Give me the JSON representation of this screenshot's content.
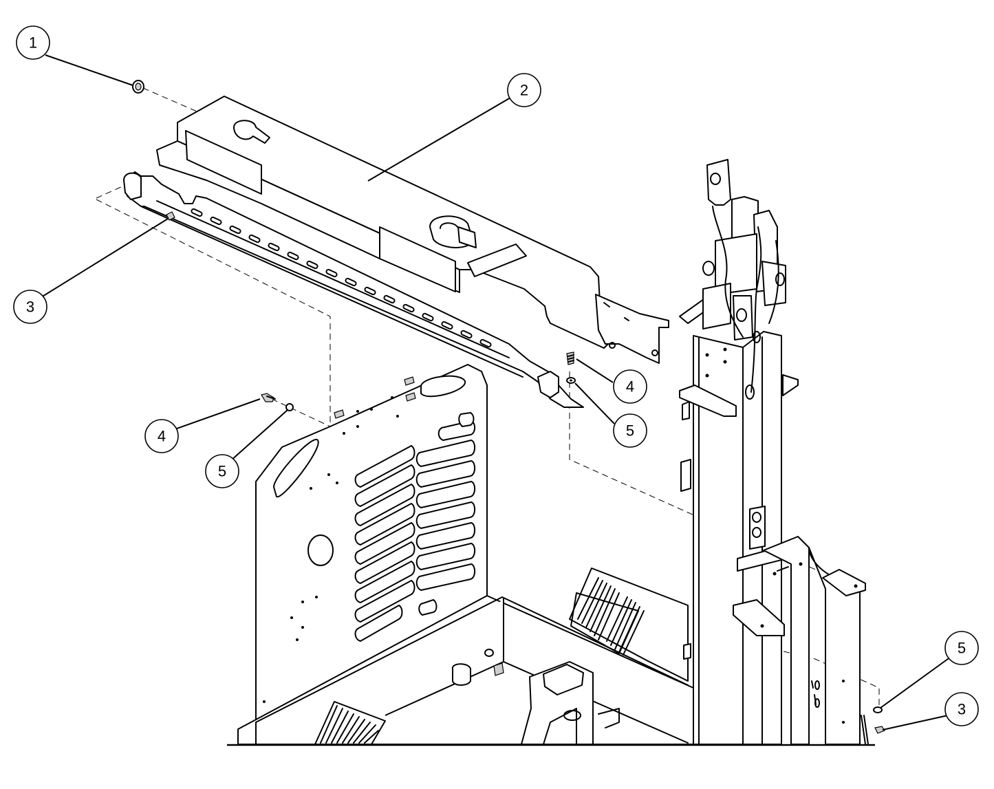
{
  "callouts": [
    {
      "id": "c1",
      "label": "1"
    },
    {
      "id": "c2",
      "label": "2"
    },
    {
      "id": "c3a",
      "label": "3"
    },
    {
      "id": "c4a",
      "label": "4"
    },
    {
      "id": "c5a",
      "label": "5"
    },
    {
      "id": "c4b",
      "label": "4"
    },
    {
      "id": "c5b",
      "label": "5"
    },
    {
      "id": "c5c",
      "label": "5"
    },
    {
      "id": "c3b",
      "label": "3"
    }
  ],
  "parts": {
    "item_1": "grommet-icon",
    "item_2": "top-frame-cover",
    "item_3": "nut-icon",
    "item_4": "bolt-icon",
    "item_5": "washer-icon"
  }
}
